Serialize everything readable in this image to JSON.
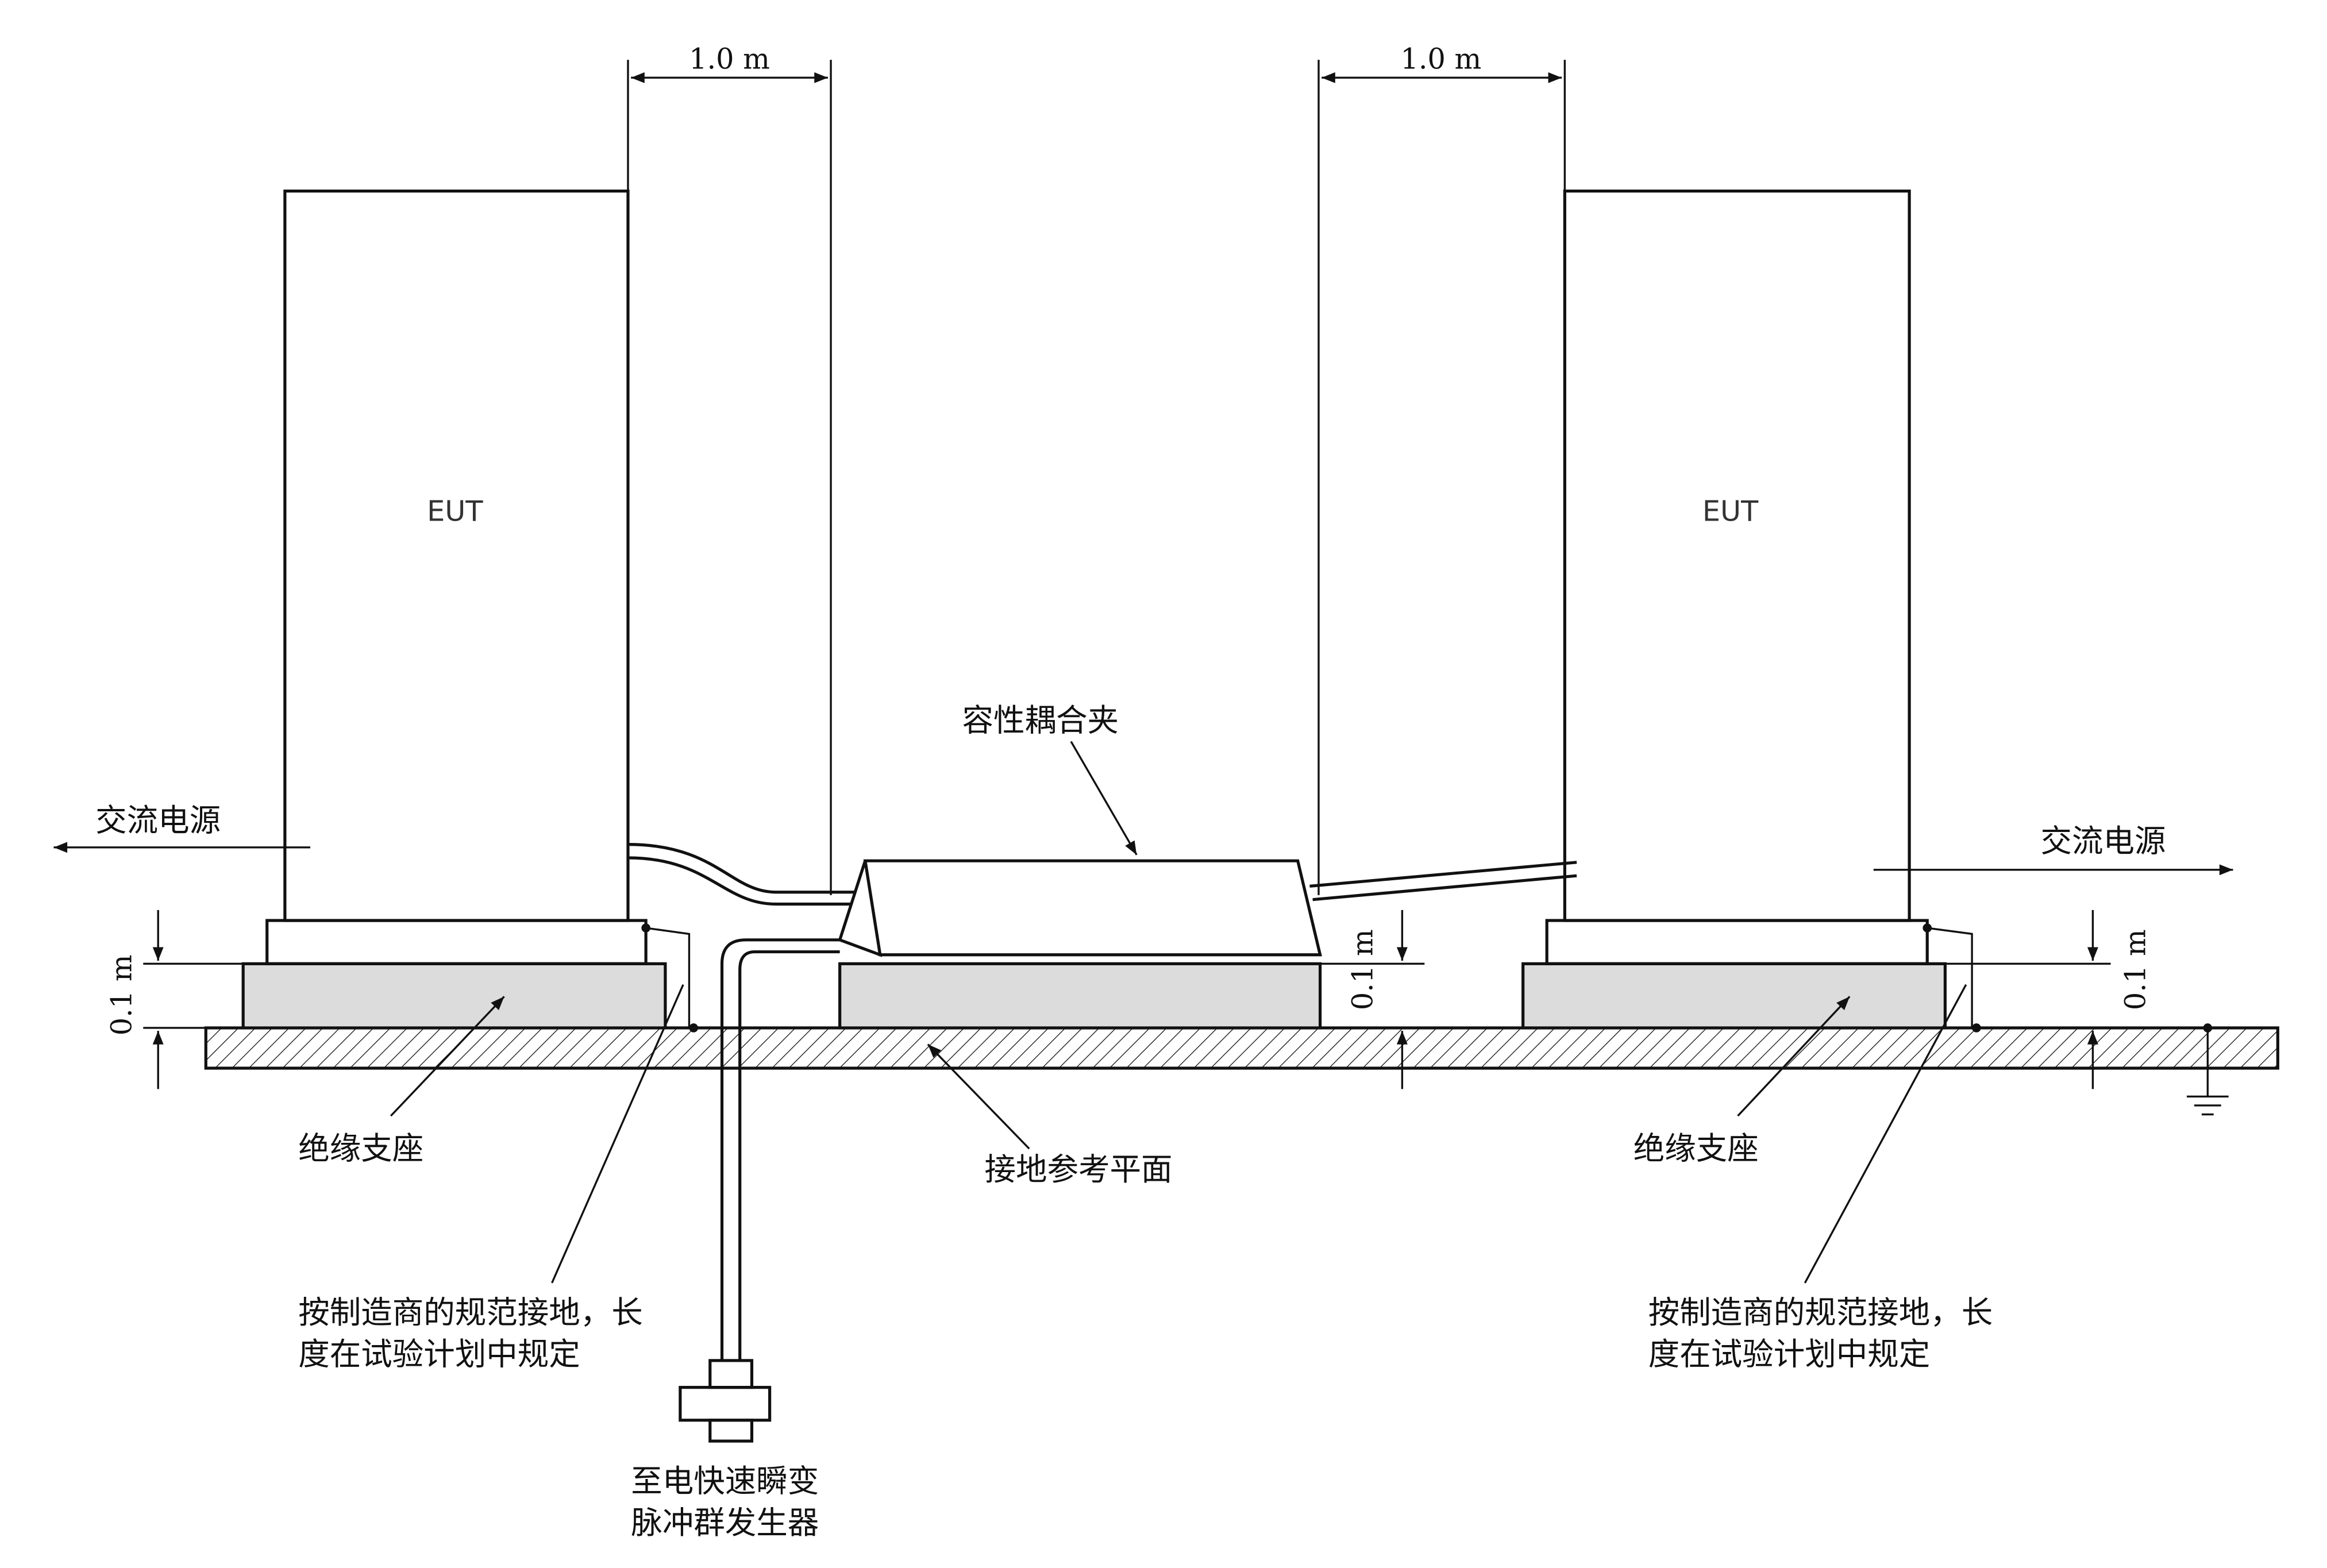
{
  "diagram": {
    "eut_left": "EUT",
    "eut_right": "EUT",
    "dim_left_distance": "1.0 m",
    "dim_right_distance": "1.0 m",
    "height_left": "0.1 m",
    "height_middle": "0.1 m",
    "height_right": "0.1 m",
    "ac_power_left": "交流电源",
    "ac_power_right": "交流电源",
    "capacitive_clamp": "容性耦合夹",
    "insulating_support_left": "绝缘支座",
    "insulating_support_right": "绝缘支座",
    "ground_reference_plane": "接地参考平面",
    "grounding_note_left": [
      "按制造商的规范接地，长",
      "度在试验计划中规定"
    ],
    "grounding_note_right": [
      "按制造商的规范接地，长",
      "度在试验计划中规定"
    ],
    "generator_label": [
      "至电快速瞬变",
      "脉冲群发生器"
    ],
    "colors": {
      "support_fill": "#dcdcdc",
      "line": "#111111"
    }
  }
}
